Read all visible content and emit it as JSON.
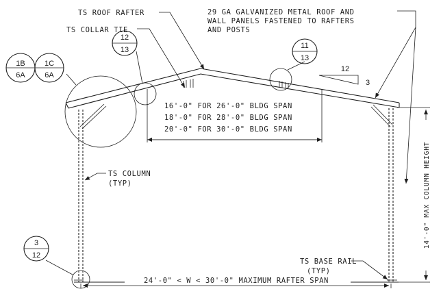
{
  "labels": {
    "roof_rafter": "TS ROOF RAFTER",
    "collar_tie": "TS COLLAR TIE",
    "roof_note_1": "29 GA GALVANIZED METAL ROOF AND",
    "roof_note_2": "WALL PANELS FASTENED TO RAFTERS",
    "roof_note_3": "AND POSTS",
    "column_1": "TS COLUMN",
    "column_2": "(TYP)",
    "base_rail_1": "TS BASE RAIL",
    "base_rail_2": "(TYP)",
    "max_column_height": "14'-0\" MAX COLUMN HEIGHT",
    "rafter_span": "24'-0\" < W < 30'-0\" MAXIMUM RAFTER SPAN"
  },
  "collar_heights": [
    "16'-0\" FOR 26'-0\" BLDG SPAN",
    "18'-0\" FOR 28'-0\" BLDG SPAN",
    "20'-0\" FOR 30'-0\" BLDG SPAN"
  ],
  "slope": {
    "run": "12",
    "rise": "3"
  },
  "detail_callouts": [
    {
      "top": "1B",
      "bottom": "6A"
    },
    {
      "top": "1C",
      "bottom": "6A"
    },
    {
      "top": "12",
      "bottom": "13"
    },
    {
      "top": "11",
      "bottom": "13"
    },
    {
      "top": "3",
      "bottom": "12"
    }
  ]
}
